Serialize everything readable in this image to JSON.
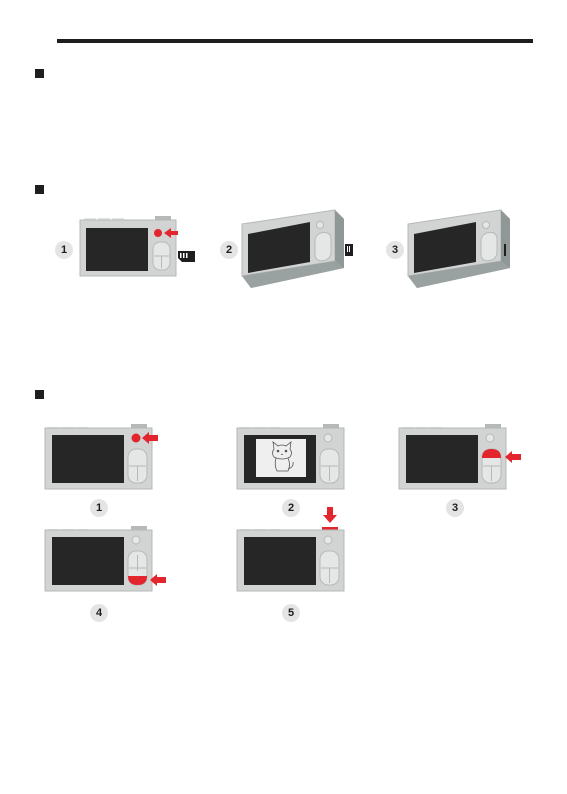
{
  "colors": {
    "body": "#d2d4d4",
    "body_edge": "#b6b9b9",
    "side_dark": "#8f9797",
    "side_mid": "#a4abab",
    "screen": "#262626",
    "accent_red": "#e3262e",
    "badge": "#e4e4e4",
    "rule": "#1e1e1e"
  },
  "section_markers": [
    "square-bullet",
    "square-bullet",
    "square-bullet"
  ],
  "section2": {
    "steps": [
      {
        "number": "1",
        "illustration": "camera-front-with-sd-card-and-arrow"
      },
      {
        "number": "2",
        "illustration": "camera-angled-card-inserting"
      },
      {
        "number": "3",
        "illustration": "camera-angled-card-inserted"
      }
    ]
  },
  "section3": {
    "steps": [
      {
        "number": "1",
        "illustration": "camera-power-button-arrow"
      },
      {
        "number": "2",
        "illustration": "camera-screen-cat-image"
      },
      {
        "number": "3",
        "illustration": "camera-dpad-up-arrow"
      },
      {
        "number": "4",
        "illustration": "camera-dpad-down-arrow"
      },
      {
        "number": "5",
        "illustration": "camera-shutter-arrow"
      }
    ]
  }
}
